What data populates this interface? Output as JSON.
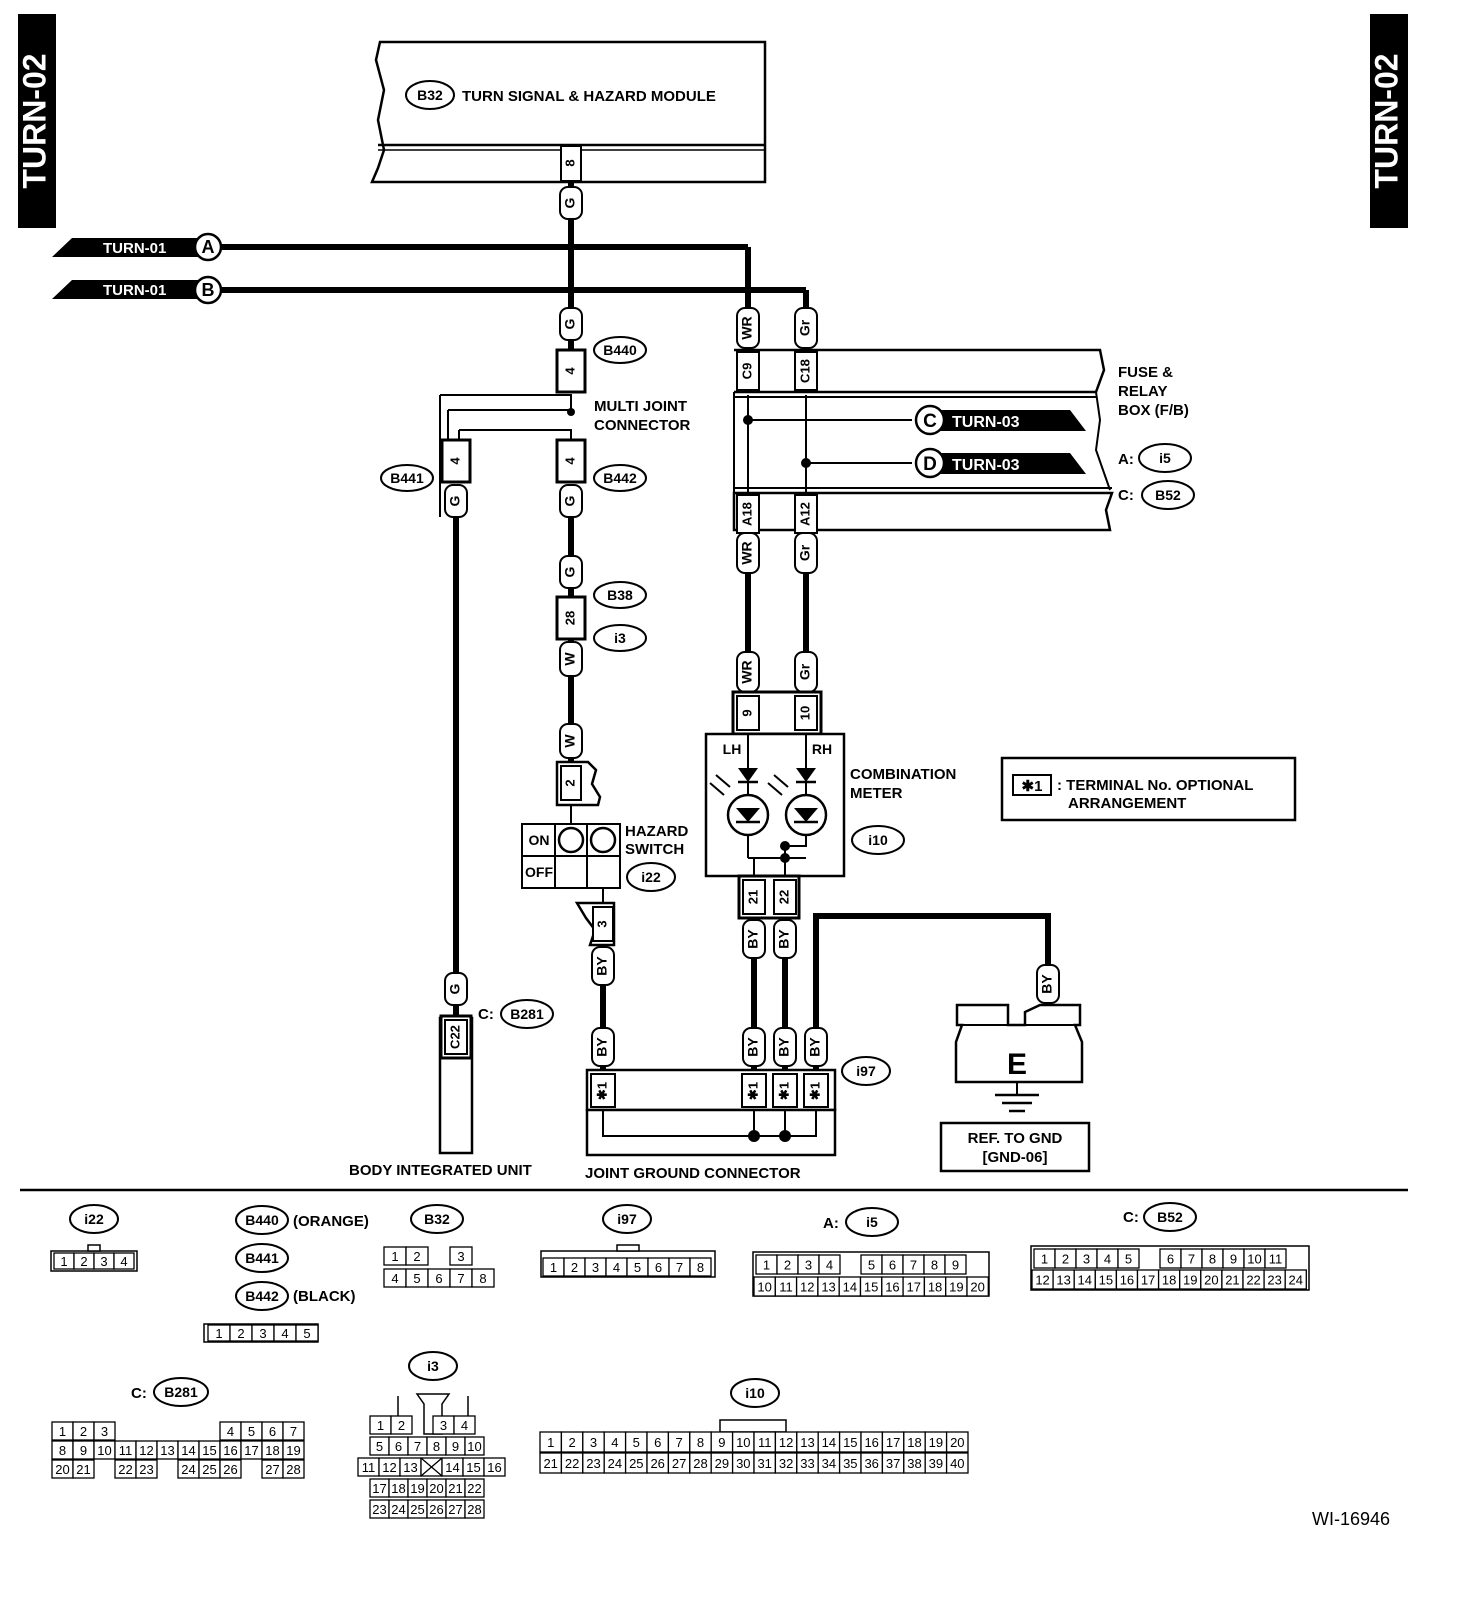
{
  "page_code": "TURN-02",
  "figure_id": "WI-16946",
  "modules": {
    "turn_module": {
      "id": "B32",
      "label": "TURN SIGNAL & HAZARD MODULE",
      "pin": "8"
    },
    "multi_joint": {
      "label_line1": "MULTI JOINT",
      "label_line2": "CONNECTOR",
      "id_top": "B440",
      "id_left": "B441",
      "id_right": "B442",
      "pin": "4"
    },
    "fuse_box": {
      "line1": "FUSE &",
      "line2": "RELAY",
      "line3": "BOX (F/B)",
      "conn_a_prefix": "A:",
      "conn_a": "i5",
      "conn_c_prefix": "C:",
      "conn_c": "B52",
      "pins": [
        "C9",
        "C18",
        "A18",
        "A12"
      ]
    },
    "hazard_switch": {
      "line1": "HAZARD",
      "line2": "SWITCH",
      "id": "i22",
      "on": "ON",
      "off": "OFF",
      "pin_top": "2",
      "pin_bottom": "3"
    },
    "combination_meter": {
      "line1": "COMBINATION",
      "line2": "METER",
      "id": "i10",
      "lh": "LH",
      "rh": "RH",
      "pins": [
        "9",
        "10",
        "21",
        "22"
      ]
    },
    "body_unit": {
      "label": "BODY INTEGRATED UNIT",
      "prefix": "C:",
      "id": "B281",
      "pin": "C22"
    },
    "joint_ground": {
      "label": "JOINT GROUND CONNECTOR",
      "id": "i97",
      "pin": "✱1"
    },
    "ground": {
      "letter": "E",
      "ref_line1": "REF. TO GND",
      "ref_line2": "[GND-06]"
    },
    "inline": {
      "top": "B38",
      "bottom": "i3",
      "pin": "28"
    },
    "note": {
      "marker": "✱1",
      "line1": ": TERMINAL No. OPTIONAL",
      "line2": "ARRANGEMENT"
    }
  },
  "refs": [
    {
      "page": "TURN-01",
      "letter": "A"
    },
    {
      "page": "TURN-01",
      "letter": "B"
    },
    {
      "letter": "C",
      "page": "TURN-03"
    },
    {
      "letter": "D",
      "page": "TURN-03"
    }
  ],
  "wire_colors": {
    "G": "G",
    "W": "W",
    "WR": "WR",
    "Gr": "Gr",
    "BY": "BY"
  },
  "legend": {
    "i22": {
      "id": "i22",
      "cells": [
        "1",
        "2",
        "3",
        "4"
      ]
    },
    "b44x": {
      "ids": [
        "B440",
        "B441",
        "B442"
      ],
      "orange": "(ORANGE)",
      "black": "(BLACK)",
      "cells": [
        "1",
        "2",
        "3",
        "4",
        "5"
      ]
    },
    "b32": {
      "id": "B32",
      "row1": [
        "1",
        "2",
        "",
        "3"
      ],
      "row2": [
        "4",
        "5",
        "6",
        "7",
        "8"
      ]
    },
    "i97": {
      "id": "i97",
      "cells": [
        "1",
        "2",
        "3",
        "4",
        "5",
        "6",
        "7",
        "8"
      ]
    },
    "i5": {
      "prefix": "A:",
      "id": "i5",
      "row1": [
        "1",
        "2",
        "3",
        "4",
        "",
        "5",
        "6",
        "7",
        "8",
        "9"
      ],
      "row2": [
        "10",
        "11",
        "12",
        "13",
        "14",
        "15",
        "16",
        "17",
        "18",
        "19",
        "20"
      ]
    },
    "b52": {
      "prefix": "C:",
      "id": "B52",
      "row1": [
        "1",
        "2",
        "3",
        "4",
        "5",
        "",
        "6",
        "7",
        "8",
        "9",
        "10",
        "11"
      ],
      "row2": [
        "12",
        "13",
        "14",
        "15",
        "16",
        "17",
        "18",
        "19",
        "20",
        "21",
        "22",
        "23",
        "24"
      ]
    },
    "b281": {
      "prefix": "C:",
      "id": "B281",
      "row1": [
        "1",
        "2",
        "3",
        "",
        "",
        "",
        "",
        "",
        "4",
        "5",
        "6",
        "7"
      ],
      "row2": [
        "8",
        "9",
        "10",
        "11",
        "12",
        "13",
        "14",
        "15",
        "16",
        "17",
        "18",
        "19"
      ],
      "row3": [
        "20",
        "21",
        "",
        "22",
        "23",
        "",
        "24",
        "25",
        "26",
        "",
        "27",
        "28"
      ]
    },
    "i3": {
      "id": "i3",
      "row1": [
        "1",
        "2",
        "",
        "3",
        "4"
      ],
      "row2": [
        "5",
        "6",
        "7",
        "8",
        "9",
        "10"
      ],
      "row3": [
        "11",
        "12",
        "13",
        "",
        "14",
        "15",
        "16"
      ],
      "row4": [
        "17",
        "18",
        "19",
        "20",
        "21",
        "22"
      ],
      "row5": [
        "23",
        "24",
        "25",
        "26",
        "27",
        "28"
      ]
    },
    "i10": {
      "id": "i10",
      "row1": [
        "1",
        "2",
        "3",
        "4",
        "5",
        "6",
        "7",
        "8",
        "9",
        "10",
        "11",
        "12",
        "13",
        "14",
        "15",
        "16",
        "17",
        "18",
        "19",
        "20"
      ],
      "row2": [
        "21",
        "22",
        "23",
        "24",
        "25",
        "26",
        "27",
        "28",
        "29",
        "30",
        "31",
        "32",
        "33",
        "34",
        "35",
        "36",
        "37",
        "38",
        "39",
        "40"
      ]
    }
  }
}
